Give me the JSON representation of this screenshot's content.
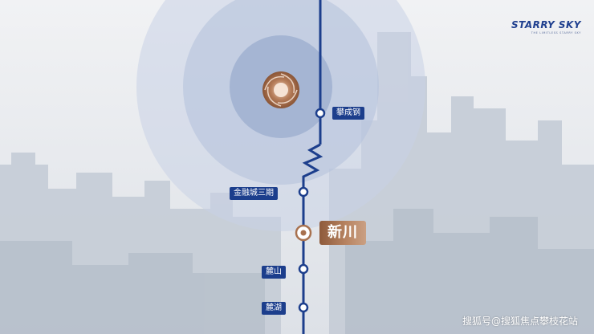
{
  "brand": {
    "name": "STARRY SKY",
    "tagline": "THE LIMITLESS STARRY SKY"
  },
  "metro_line": {
    "line_color": "#1c3e8c",
    "stations": [
      {
        "label": "攀成钢"
      },
      {
        "label": "金融城三期"
      },
      {
        "label": "新川",
        "highlighted": true
      },
      {
        "label": "麓山"
      },
      {
        "label": "麓湖"
      }
    ],
    "highlight_color": "#a8714e"
  },
  "watermark": "搜狐号@搜狐焦点攀枝花站",
  "colors": {
    "sky": "#e9ebee",
    "city": "#c9cfd8",
    "ring_outer": "#c6d0e3",
    "ring_inner": "#9fb0cf",
    "emblem": "#b07a5a"
  },
  "icons": [
    "starry-sky-logo",
    "project-emblem-icon",
    "station-dot-icon",
    "highlight-station-icon"
  ]
}
